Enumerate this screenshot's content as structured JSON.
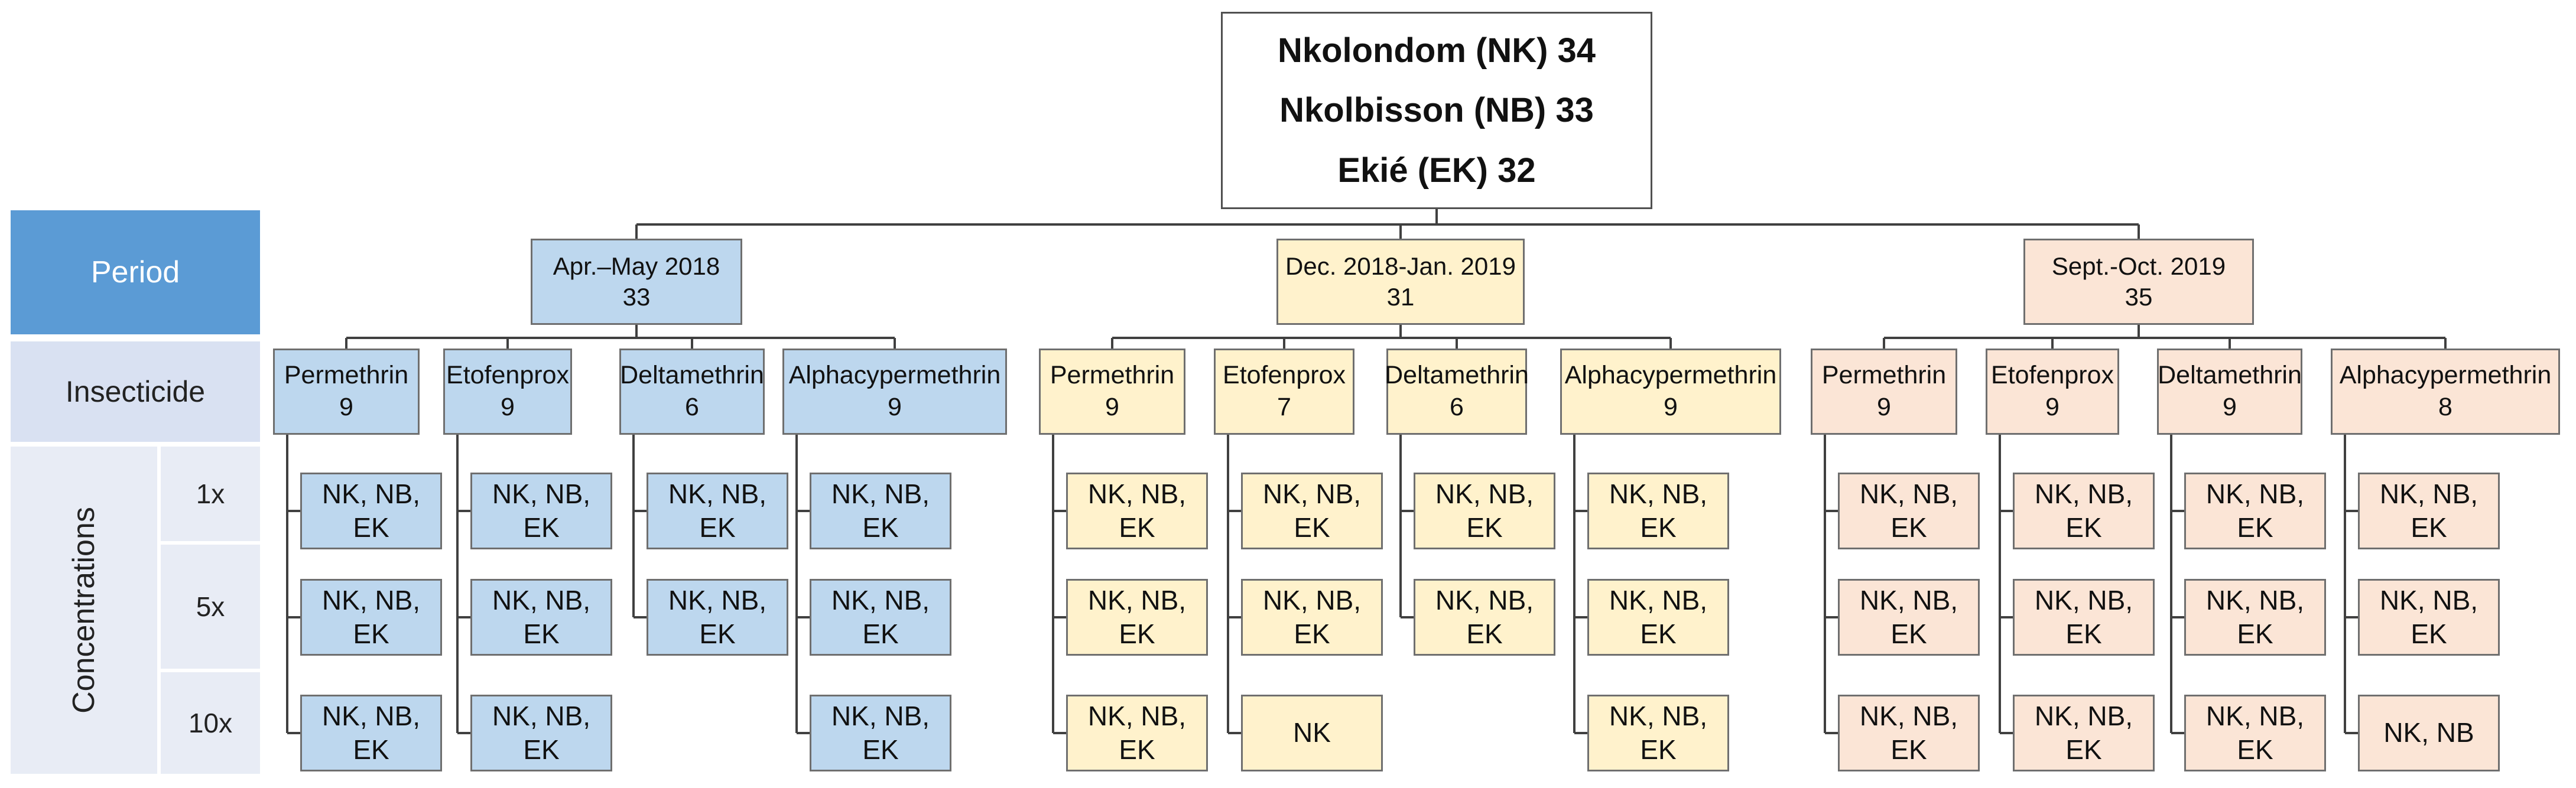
{
  "root": {
    "lines": [
      "Nkolondom (NK) 34",
      "Nkolbisson (NB) 33",
      "Ekié (EK) 32"
    ]
  },
  "side": {
    "period": "Period",
    "insecticide": "Insecticide",
    "concentrations": "Concentrations",
    "levels": [
      "1x",
      "5x",
      "10x"
    ]
  },
  "colors": {
    "blue": "#bdd7ee",
    "yellow": "#fff2cc",
    "peach": "#fbe5d6",
    "period_header": "#5b9bd5"
  },
  "periods": [
    {
      "label": "Apr.–May 2018",
      "count": "33",
      "theme": "blue",
      "insecticides": [
        {
          "name": "Permethrin",
          "count": "9",
          "leaves": [
            "NK, NB, EK",
            "NK, NB, EK",
            "NK, NB, EK"
          ]
        },
        {
          "name": "Etofenprox",
          "count": "9",
          "leaves": [
            "NK, NB, EK",
            "NK, NB, EK",
            "NK, NB, EK"
          ]
        },
        {
          "name": "Deltamethrin",
          "count": "6",
          "leaves": [
            "NK, NB, EK",
            "NK, NB, EK"
          ]
        },
        {
          "name": "Alphacypermethrin",
          "count": "9",
          "leaves": [
            "NK, NB, EK",
            "NK, NB, EK",
            "NK, NB, EK"
          ]
        }
      ]
    },
    {
      "label": "Dec. 2018-Jan. 2019",
      "count": "31",
      "theme": "yellow",
      "insecticides": [
        {
          "name": "Permethrin",
          "count": "9",
          "leaves": [
            "NK, NB, EK",
            "NK, NB, EK",
            "NK, NB, EK"
          ]
        },
        {
          "name": "Etofenprox",
          "count": "7",
          "leaves": [
            "NK, NB, EK",
            "NK, NB, EK",
            "NK"
          ]
        },
        {
          "name": "Deltamethrin",
          "count": "6",
          "leaves": [
            "NK, NB, EK",
            "NK, NB, EK"
          ]
        },
        {
          "name": "Alphacypermethrin",
          "count": "9",
          "leaves": [
            "NK, NB, EK",
            "NK, NB, EK",
            "NK, NB, EK"
          ]
        }
      ]
    },
    {
      "label": "Sept.-Oct. 2019",
      "count": "35",
      "theme": "peach",
      "insecticides": [
        {
          "name": "Permethrin",
          "count": "9",
          "leaves": [
            "NK, NB, EK",
            "NK, NB, EK",
            "NK, NB, EK"
          ]
        },
        {
          "name": "Etofenprox",
          "count": "9",
          "leaves": [
            "NK, NB, EK",
            "NK, NB, EK",
            "NK, NB, EK"
          ]
        },
        {
          "name": "Deltamethrin",
          "count": "9",
          "leaves": [
            "NK, NB, EK",
            "NK, NB, EK",
            "NK, NB, EK"
          ]
        },
        {
          "name": "Alphacypermethrin",
          "count": "8",
          "leaves": [
            "NK, NB, EK",
            "NK, NB, EK",
            "NK, NB"
          ]
        }
      ]
    }
  ]
}
